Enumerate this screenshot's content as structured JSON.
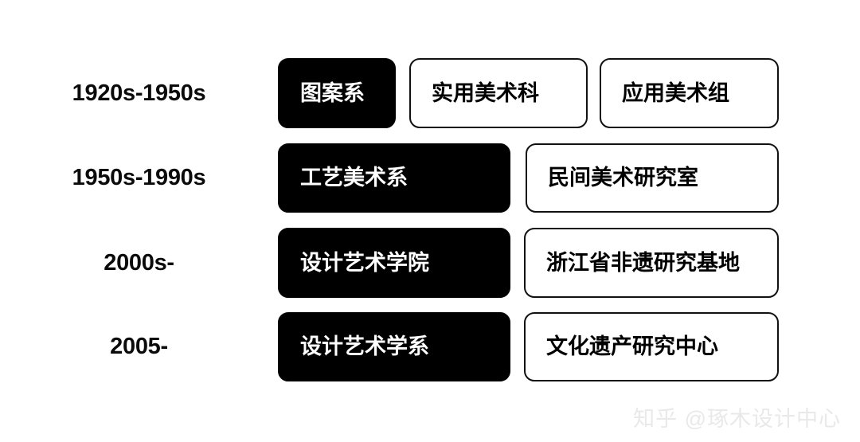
{
  "diagram": {
    "background_color": "#ffffff",
    "filled_color": "#000000",
    "outline_color": "#111111",
    "rows": [
      {
        "period": "1920s-1950s",
        "nodes": [
          {
            "label": "图案系",
            "style": "filled"
          },
          {
            "label": "实用美术科",
            "style": "outlined"
          },
          {
            "label": "应用美术组",
            "style": "outlined"
          }
        ]
      },
      {
        "period": "1950s-1990s",
        "nodes": [
          {
            "label": "工艺美术系",
            "style": "filled"
          },
          {
            "label": "民间美术研究室",
            "style": "outlined"
          }
        ]
      },
      {
        "period": "2000s-",
        "nodes": [
          {
            "label": "设计艺术学院",
            "style": "filled"
          },
          {
            "label": "浙江省非遗研究基地",
            "style": "outlined"
          }
        ]
      },
      {
        "period": "2005-",
        "nodes": [
          {
            "label": "设计艺术学系",
            "style": "filled"
          },
          {
            "label": "文化遗产研究中心",
            "style": "outlined"
          }
        ]
      }
    ]
  },
  "watermark": {
    "text": "知乎 @琢木设计中心",
    "color": "#e9e9e9"
  }
}
